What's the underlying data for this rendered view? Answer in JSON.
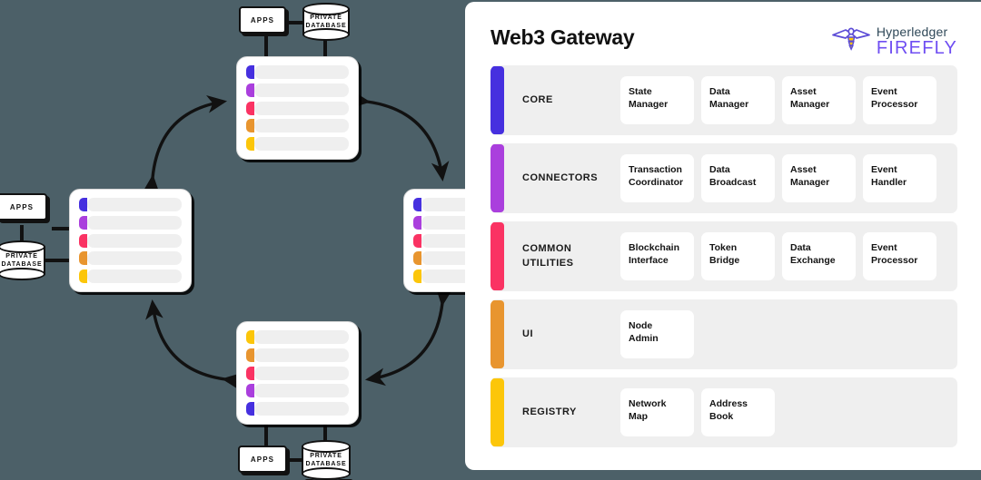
{
  "theme": {
    "background": "#4c6068",
    "panel_background": "#ffffff",
    "row_background": "#efefef",
    "card_background": "#ffffff",
    "text_color": "#111111"
  },
  "panel": {
    "title": "Web3 Gateway",
    "logo": {
      "icon": "firefly-icon",
      "top_word": "Hyperledger",
      "bottom_word": "FIREFLY",
      "top_color": "#2f4858",
      "bottom_color": "#6f4ef2"
    },
    "layers": [
      {
        "name": "CORE",
        "accent": "#4630df",
        "cards": [
          "State\nManager",
          "Data\nManager",
          "Asset\nManager",
          "Event\nProcessor"
        ]
      },
      {
        "name": "CONNECTORS",
        "accent": "#aa3fdd",
        "cards": [
          "Transaction\nCoordinator",
          "Data\nBroadcast",
          "Asset\nManager",
          "Event\nHandler"
        ]
      },
      {
        "name": "COMMON\nUTILITIES",
        "accent": "#fa3363",
        "cards": [
          "Blockchain\nInterface",
          "Token\nBridge",
          "Data\nExchange",
          "Event\nProcessor"
        ]
      },
      {
        "name": "UI",
        "accent": "#e8952f",
        "cards": [
          "Node\nAdmin"
        ]
      },
      {
        "name": "REGISTRY",
        "accent": "#fcc60a",
        "cards": [
          "Network\nMap",
          "Address\nBook"
        ]
      }
    ]
  },
  "network": {
    "apps_label": "APPS",
    "database_label": "PRIVATE\nDATABASE",
    "stripe_colors_down": [
      "#4630df",
      "#aa3fdd",
      "#fa3363",
      "#e8952f",
      "#fcc60a"
    ],
    "stripe_colors_up": [
      "#fcc60a",
      "#e8952f",
      "#fa3363",
      "#aa3fdd",
      "#4630df"
    ],
    "nodes": [
      {
        "id": "top",
        "stripes": "down"
      },
      {
        "id": "left",
        "stripes": "down"
      },
      {
        "id": "bottom",
        "stripes": "up"
      },
      {
        "id": "right",
        "stripes": "down"
      }
    ]
  }
}
